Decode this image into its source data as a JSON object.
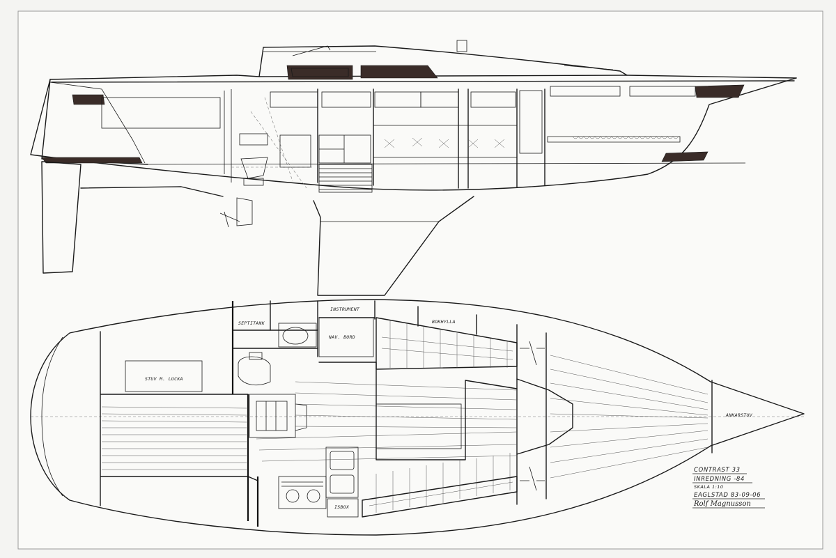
{
  "labels": {
    "septitank": "SEPTITANK",
    "instrument": "INSTRUMENT",
    "nav_bord": "NAV. BORD",
    "bokhylla": "BOKHYLLA",
    "stuv_lucka": "STUV M. LUCKA",
    "ankarstuv": "ANKARSTUV",
    "isbox": "ISBOX"
  },
  "title_block": {
    "line1": "CONTRAST 33",
    "line2": "INREDNING -84",
    "line3": "SKALA 1:10",
    "line4": "EAGLSTAD 83-09-06",
    "signature": "Rolf Magnusson"
  }
}
